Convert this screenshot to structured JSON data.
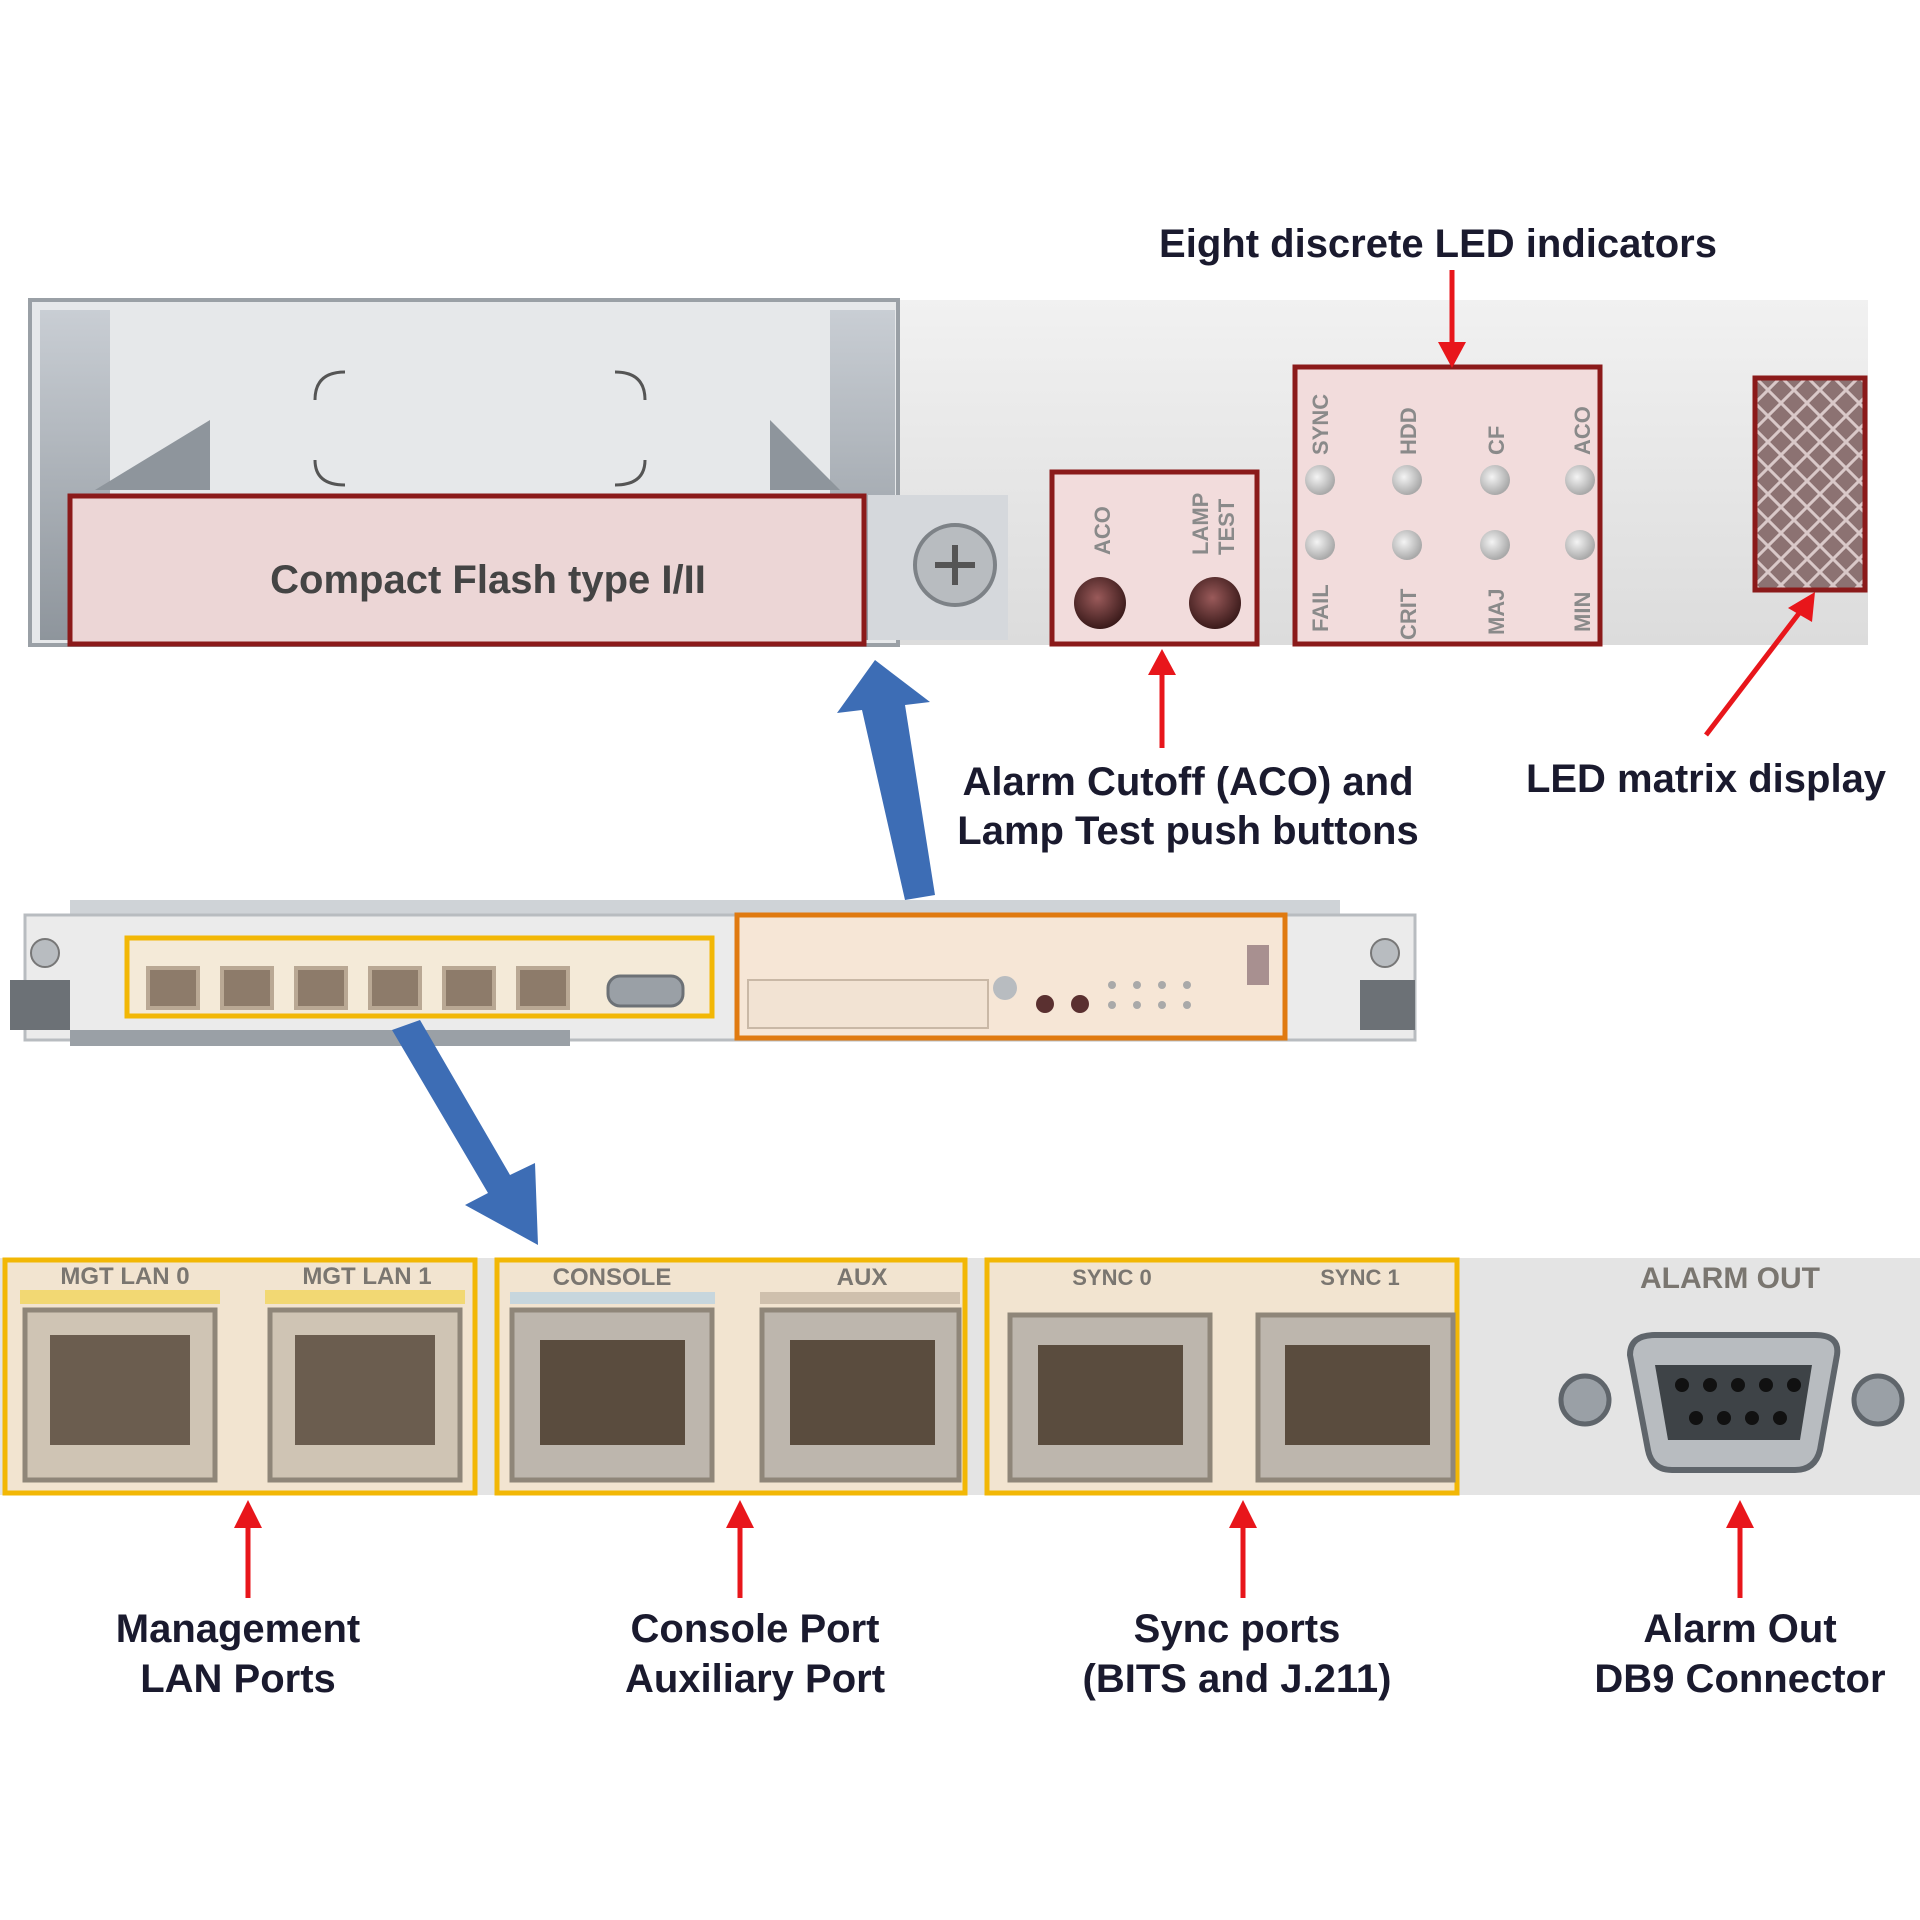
{
  "top_panel": {
    "compact_flash_label": "Compact Flash type I/II",
    "buttons": [
      "ACO",
      "LAMP TEST"
    ],
    "led_top": [
      "SYNC",
      "HDD",
      "CF",
      "ACO"
    ],
    "led_bottom": [
      "FAIL",
      "CRIT",
      "MAJ",
      "MIN"
    ]
  },
  "callouts": {
    "eight_led": "Eight discrete LED  indicators",
    "aco_line1": "Alarm Cutoff  (ACO)  and",
    "aco_line2": "Lamp Test push  buttons",
    "led_matrix": "LED matrix display",
    "mgmt_line1": "Management",
    "mgmt_line2": "LAN Ports",
    "console_line1": "Console  Port",
    "console_line2": "Auxiliary Port",
    "sync_line1": "Sync ports",
    "sync_line2": "(BITS and J.211)",
    "alarm_line1": "Alarm Out",
    "alarm_line2": "DB9 Connector"
  },
  "port_labels": {
    "mgt_lan0": "MGT LAN 0",
    "mgt_lan1": "MGT LAN 1",
    "console": "CONSOLE",
    "aux": "AUX",
    "sync0": "SYNC 0",
    "sync1": "SYNC 1",
    "alarm_out": "ALARM OUT"
  },
  "colors": {
    "highlight_maroon": "#8b1a1a",
    "highlight_yellow": "#f2b705",
    "highlight_orange": "#e07a10",
    "arrow_red": "#e8161b",
    "arrow_blue": "#3d6db5"
  }
}
